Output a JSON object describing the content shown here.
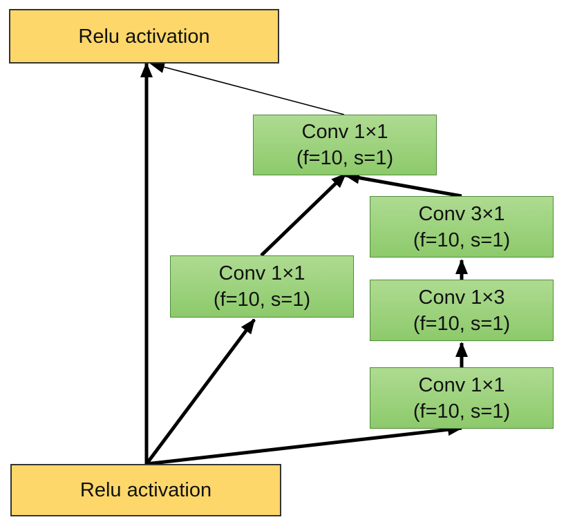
{
  "diagram": {
    "relu_top": {
      "label": "Relu activation"
    },
    "relu_bottom": {
      "label": "Relu activation"
    },
    "conv_merge": {
      "title": "Conv 1×1",
      "params": "(f=10, s=1)"
    },
    "conv_branch_mid": {
      "title": "Conv 1×1",
      "params": "(f=10, s=1)"
    },
    "conv_branch_3x1": {
      "title": "Conv 3×1",
      "params": "(f=10, s=1)"
    },
    "conv_branch_1x3": {
      "title": "Conv 1×3",
      "params": "(f=10, s=1)"
    },
    "conv_branch_base": {
      "title": "Conv 1×1",
      "params": "(f=10, s=1)"
    }
  }
}
